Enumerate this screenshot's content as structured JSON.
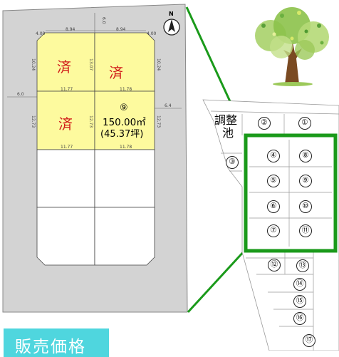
{
  "lots": {
    "sold_mark": "済",
    "featured": {
      "number": "⑨",
      "area": "150.00㎡",
      "tsubo": "(45.37坪)"
    }
  },
  "dimensions": {
    "top_left_width": "8.94",
    "top_right_width": "8.94",
    "corner_left": "4.00",
    "corner_right": "4.00",
    "road_top": "6.0",
    "left_height_top": "10.24",
    "mid_height_top": "13.07",
    "right_height_top": "10.24",
    "mid_width_left": "11.77",
    "mid_width_right": "11.78",
    "road_left": "6.0",
    "road_right": "6.4",
    "left_height_mid": "12.73",
    "mid_height_mid": "12.73",
    "right_height_mid": "12.73",
    "bottom_width_left": "11.77",
    "bottom_width_right": "11.78"
  },
  "north": "N",
  "pond_label": {
    "line1": "調整",
    "line2": "池"
  },
  "site_lots": [
    "②",
    "①",
    "③",
    "④",
    "⑧",
    "⑤",
    "⑨",
    "⑥",
    "⑩",
    "⑦",
    "⑪",
    "⑫",
    "⑬",
    "⑭",
    "⑮",
    "⑯",
    "⑰"
  ],
  "banner": "販売価格",
  "colors": {
    "sold_fill": "#fdfa9e",
    "road": "#d6d6d6",
    "highlight": "#1a9a1a",
    "banner": "#4fd6de"
  }
}
